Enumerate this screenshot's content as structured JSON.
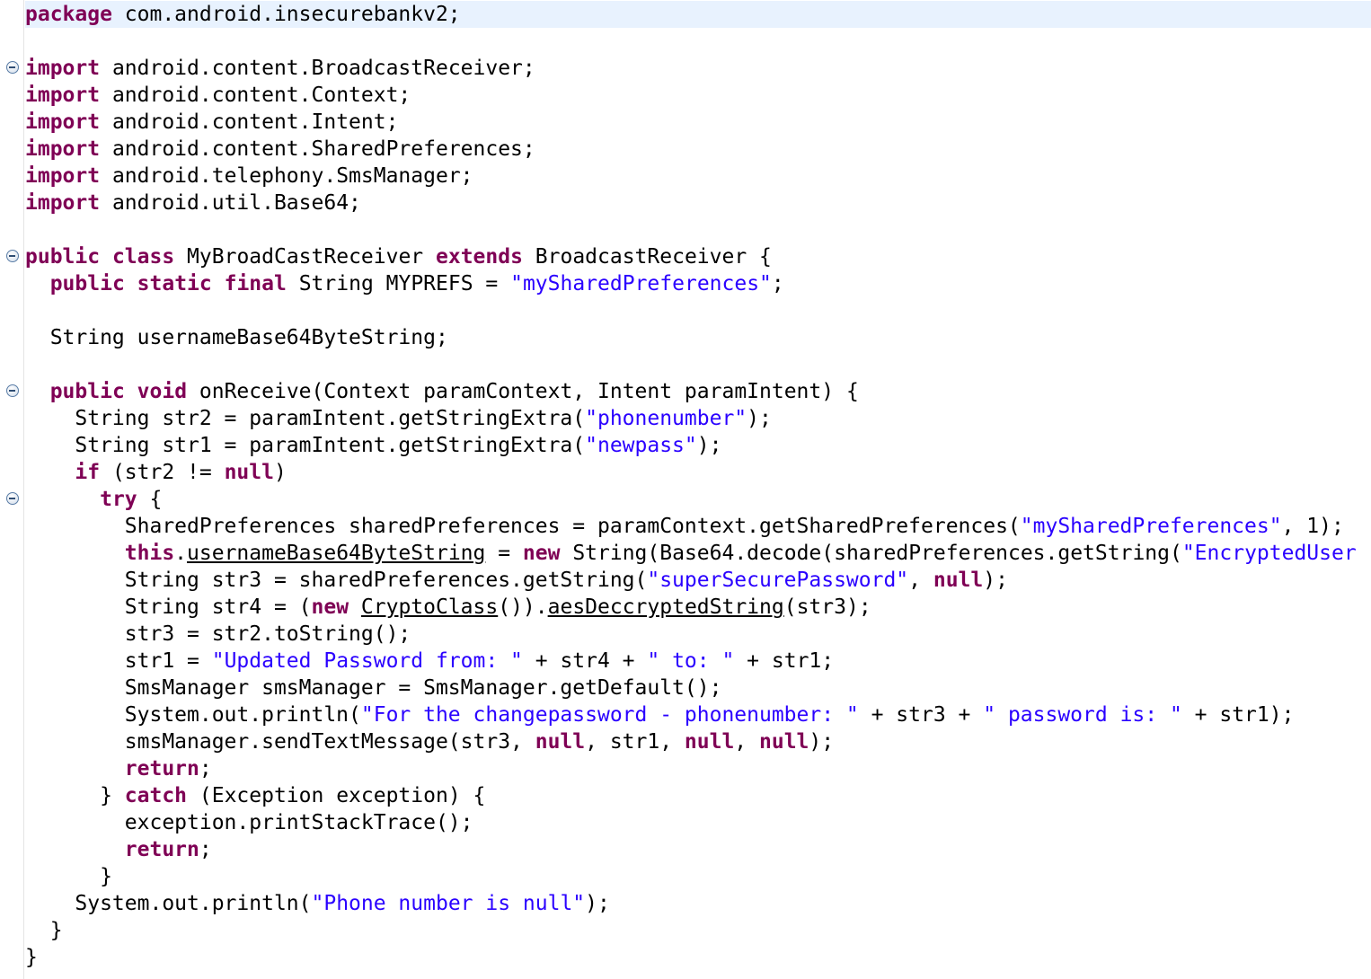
{
  "editor": {
    "colors": {
      "keyword": "#7f0055",
      "string": "#2a00ff",
      "text": "#000000",
      "current_line": "#e8f2fe"
    },
    "fold_icons": [
      "collapse-icon",
      "collapse-icon",
      "collapse-icon",
      "collapse-icon"
    ],
    "lines": [
      [
        [
          "k",
          "package"
        ],
        [
          "t",
          " com.android.insecurebankv2;"
        ]
      ],
      [],
      [
        [
          "k",
          "import"
        ],
        [
          "t",
          " android.content.BroadcastReceiver;"
        ]
      ],
      [
        [
          "k",
          "import"
        ],
        [
          "t",
          " android.content.Context;"
        ]
      ],
      [
        [
          "k",
          "import"
        ],
        [
          "t",
          " android.content.Intent;"
        ]
      ],
      [
        [
          "k",
          "import"
        ],
        [
          "t",
          " android.content.SharedPreferences;"
        ]
      ],
      [
        [
          "k",
          "import"
        ],
        [
          "t",
          " android.telephony.SmsManager;"
        ]
      ],
      [
        [
          "k",
          "import"
        ],
        [
          "t",
          " android.util.Base64;"
        ]
      ],
      [],
      [
        [
          "k",
          "public"
        ],
        [
          "t",
          " "
        ],
        [
          "k",
          "class"
        ],
        [
          "t",
          " MyBroadCastReceiver "
        ],
        [
          "k",
          "extends"
        ],
        [
          "t",
          " BroadcastReceiver {"
        ]
      ],
      [
        [
          "t",
          "  "
        ],
        [
          "k",
          "public"
        ],
        [
          "t",
          " "
        ],
        [
          "k",
          "static"
        ],
        [
          "t",
          " "
        ],
        [
          "k",
          "final"
        ],
        [
          "t",
          " String MYPREFS = "
        ],
        [
          "s",
          "\"mySharedPreferences\""
        ],
        [
          "t",
          ";"
        ]
      ],
      [],
      [
        [
          "t",
          "  String usernameBase64ByteString;"
        ]
      ],
      [],
      [
        [
          "t",
          "  "
        ],
        [
          "k",
          "public"
        ],
        [
          "t",
          " "
        ],
        [
          "k",
          "void"
        ],
        [
          "t",
          " onReceive(Context paramContext, Intent paramIntent) {"
        ]
      ],
      [
        [
          "t",
          "    String str2 = paramIntent.getStringExtra("
        ],
        [
          "s",
          "\"phonenumber\""
        ],
        [
          "t",
          ");"
        ]
      ],
      [
        [
          "t",
          "    String str1 = paramIntent.getStringExtra("
        ],
        [
          "s",
          "\"newpass\""
        ],
        [
          "t",
          ");"
        ]
      ],
      [
        [
          "t",
          "    "
        ],
        [
          "k",
          "if"
        ],
        [
          "t",
          " (str2 != "
        ],
        [
          "k",
          "null"
        ],
        [
          "t",
          ")"
        ]
      ],
      [
        [
          "t",
          "      "
        ],
        [
          "k",
          "try"
        ],
        [
          "t",
          " {"
        ]
      ],
      [
        [
          "t",
          "        SharedPreferences sharedPreferences = paramContext.getSharedPreferences("
        ],
        [
          "s",
          "\"mySharedPreferences\""
        ],
        [
          "t",
          ", 1);"
        ]
      ],
      [
        [
          "t",
          "        "
        ],
        [
          "k",
          "this"
        ],
        [
          "t",
          "."
        ],
        [
          "u",
          "usernameBase64ByteString"
        ],
        [
          "t",
          " = "
        ],
        [
          "k",
          "new"
        ],
        [
          "t",
          " String(Base64.decode(sharedPreferences.getString("
        ],
        [
          "s",
          "\"EncryptedUser"
        ]
      ],
      [
        [
          "t",
          "        String str3 = sharedPreferences.getString("
        ],
        [
          "s",
          "\"superSecurePassword\""
        ],
        [
          "t",
          ", "
        ],
        [
          "k",
          "null"
        ],
        [
          "t",
          ");"
        ]
      ],
      [
        [
          "t",
          "        String str4 = ("
        ],
        [
          "k",
          "new"
        ],
        [
          "t",
          " "
        ],
        [
          "u",
          "CryptoClass"
        ],
        [
          "t",
          "())."
        ],
        [
          "u",
          "aesDeccryptedString"
        ],
        [
          "t",
          "(str3);"
        ]
      ],
      [
        [
          "t",
          "        str3 = str2.toString();"
        ]
      ],
      [
        [
          "t",
          "        str1 = "
        ],
        [
          "s",
          "\"Updated Password from: \""
        ],
        [
          "t",
          " + str4 + "
        ],
        [
          "s",
          "\" to: \""
        ],
        [
          "t",
          " + str1;"
        ]
      ],
      [
        [
          "t",
          "        SmsManager smsManager = SmsManager.getDefault();"
        ]
      ],
      [
        [
          "t",
          "        System.out.println("
        ],
        [
          "s",
          "\"For the changepassword - phonenumber: \""
        ],
        [
          "t",
          " + str3 + "
        ],
        [
          "s",
          "\" password is: \""
        ],
        [
          "t",
          " + str1);"
        ]
      ],
      [
        [
          "t",
          "        smsManager.sendTextMessage(str3, "
        ],
        [
          "k",
          "null"
        ],
        [
          "t",
          ", str1, "
        ],
        [
          "k",
          "null"
        ],
        [
          "t",
          ", "
        ],
        [
          "k",
          "null"
        ],
        [
          "t",
          ");"
        ]
      ],
      [
        [
          "t",
          "        "
        ],
        [
          "k",
          "return"
        ],
        [
          "t",
          ";"
        ]
      ],
      [
        [
          "t",
          "      } "
        ],
        [
          "k",
          "catch"
        ],
        [
          "t",
          " (Exception exception) {"
        ]
      ],
      [
        [
          "t",
          "        exception.printStackTrace();"
        ]
      ],
      [
        [
          "t",
          "        "
        ],
        [
          "k",
          "return"
        ],
        [
          "t",
          ";"
        ]
      ],
      [
        [
          "t",
          "      }"
        ]
      ],
      [
        [
          "t",
          "    System.out.println("
        ],
        [
          "s",
          "\"Phone number is null\""
        ],
        [
          "t",
          ");"
        ]
      ],
      [
        [
          "t",
          "  }"
        ]
      ],
      [
        [
          "t",
          "}"
        ]
      ]
    ]
  }
}
